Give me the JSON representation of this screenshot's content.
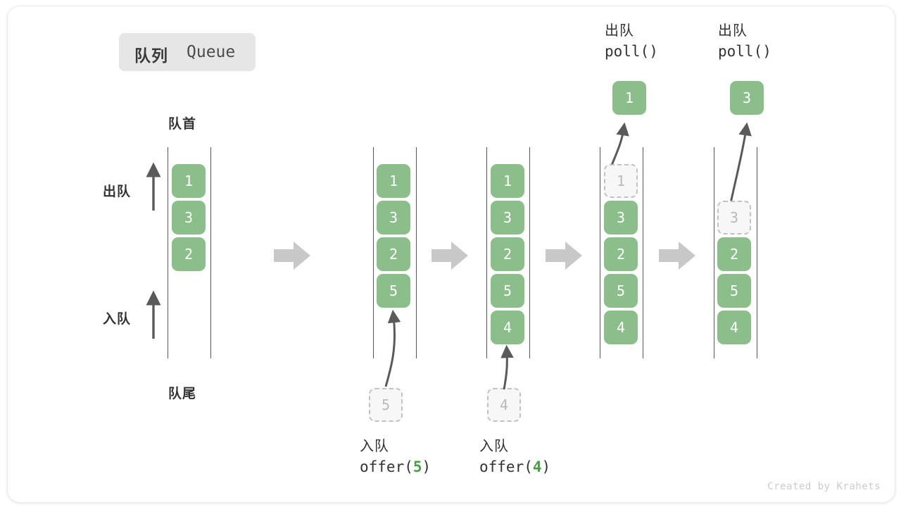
{
  "title": {
    "cn": "队列",
    "en": "Queue"
  },
  "anchors": {
    "head": "队首",
    "tail": "队尾",
    "dequeue": "出队",
    "enqueue": "入队"
  },
  "credit": "Created by Krahets",
  "colors": {
    "element_fill": "#8cbe8c",
    "element_text": "#ffffff",
    "ghost_fill": "#f7f7f7",
    "ghost_border": "#c2c2c2",
    "ghost_text": "#b9b9b9",
    "rail": "#555555",
    "step_arrow": "#c8c8c8",
    "vector_arrow": "#5a5a5a",
    "title_badge": "#e6e6e6",
    "accent_green": "#4a9e4a",
    "credit_text": "#cccccc"
  },
  "stages": [
    {
      "id": "initial",
      "elements": [
        "1",
        "3",
        "2"
      ],
      "ghost_in_queue": null,
      "pending_element": null,
      "op_cn": null,
      "op_code": null,
      "op_arg": null,
      "popped_element": null
    },
    {
      "id": "offer-5",
      "elements": [
        "1",
        "3",
        "2",
        "5"
      ],
      "ghost_in_queue": null,
      "pending_element": "5",
      "op_cn": "入队",
      "op_code_prefix": "offer(",
      "op_arg": "5",
      "op_code_suffix": ")",
      "popped_element": null
    },
    {
      "id": "offer-4",
      "elements": [
        "1",
        "3",
        "2",
        "5",
        "4"
      ],
      "ghost_in_queue": null,
      "pending_element": "4",
      "op_cn": "入队",
      "op_code_prefix": "offer(",
      "op_arg": "4",
      "op_code_suffix": ")",
      "popped_element": null
    },
    {
      "id": "poll-1",
      "elements": [
        "3",
        "2",
        "5",
        "4"
      ],
      "ghost_in_queue": "1",
      "pending_element": null,
      "op_cn": "出队",
      "op_code_prefix": "poll(",
      "op_arg": "",
      "op_code_suffix": ")",
      "popped_element": "1"
    },
    {
      "id": "poll-3",
      "elements": [
        "2",
        "5",
        "4"
      ],
      "ghost_in_queue": "3",
      "pending_element": null,
      "op_cn": "出队",
      "op_code_prefix": "poll(",
      "op_arg": "",
      "op_code_suffix": ")",
      "popped_element": "3"
    }
  ]
}
